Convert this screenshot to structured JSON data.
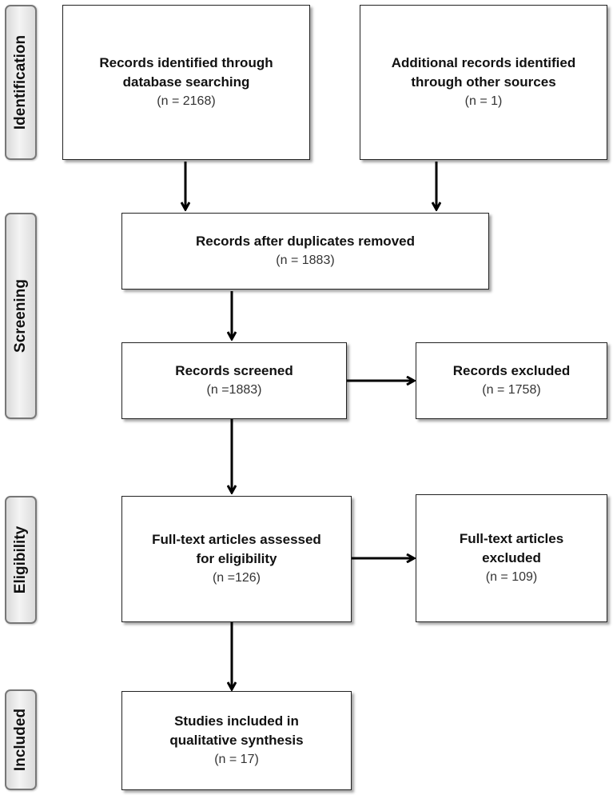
{
  "stages": {
    "identification": "Identification",
    "screening": "Screening",
    "eligibility": "Eligibility",
    "included": "Included"
  },
  "boxes": {
    "database_records": {
      "title": "Records identified through\ndatabase searching",
      "count": "(n = 2168)"
    },
    "other_records": {
      "title": "Additional records identified\nthrough other sources",
      "count": "(n = 1)"
    },
    "after_duplicates": {
      "title": "Records after duplicates removed",
      "count": "(n = 1883)"
    },
    "screened": {
      "title": "Records screened",
      "count": "(n =1883)"
    },
    "excluded": {
      "title": "Records excluded",
      "count": "(n = 1758)"
    },
    "fulltext_assessed": {
      "title": "Full-text articles assessed\nfor eligibility",
      "count": "(n =126)"
    },
    "fulltext_excluded": {
      "title": "Full-text articles\nexcluded",
      "count": "(n = 109)"
    },
    "included": {
      "title": "Studies included in\nqualitative synthesis",
      "count": "(n = 17)"
    }
  }
}
